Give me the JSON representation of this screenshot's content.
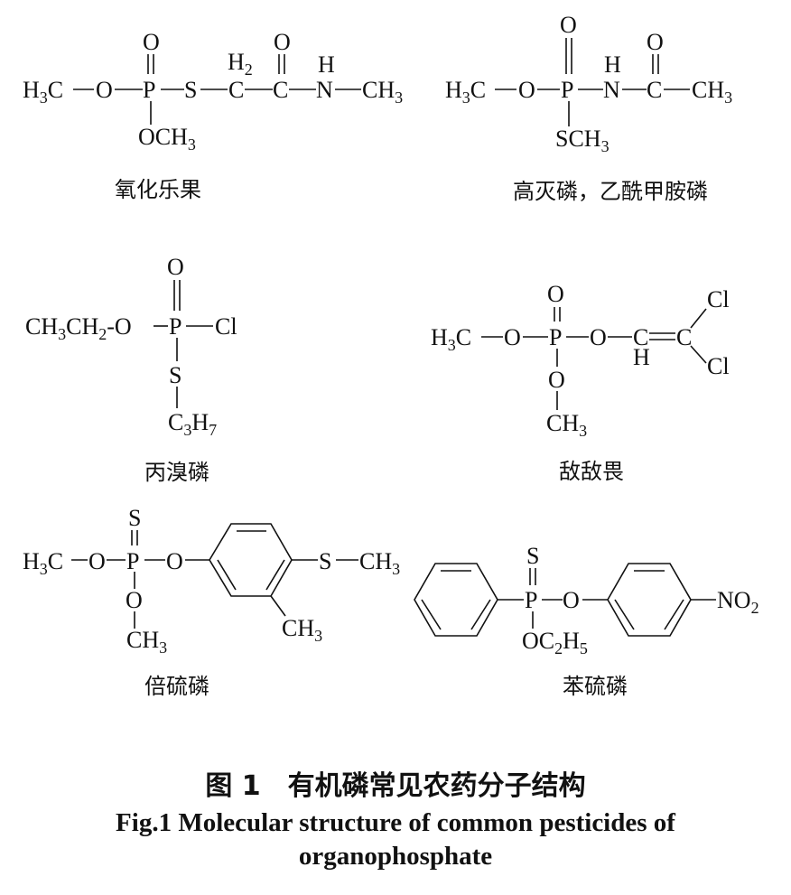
{
  "compounds": {
    "omethoate": {
      "name": "氧化乐果",
      "atoms": {
        "h3c": "H",
        "h3c_sub": "3",
        "h3c_c": "C",
        "o1": "O",
        "p": "P",
        "o_dbl": "O",
        "och3": "OCH",
        "och3_sub": "3",
        "s": "S",
        "h2": "H",
        "h2_sub": "2",
        "c1": "C",
        "c2": "C",
        "o2": "O",
        "h": "H",
        "n": "N",
        "ch3": "CH",
        "ch3_sub": "3"
      }
    },
    "acephate": {
      "name": "高灭磷，乙酰甲胺磷",
      "atoms": {
        "h3c": "H",
        "h3c_sub": "3",
        "h3c_c": "C",
        "o1": "O",
        "p": "P",
        "o_dbl": "O",
        "h": "H",
        "n": "N",
        "c": "C",
        "o2": "O",
        "ch3": "CH",
        "ch3_sub": "3",
        "sch3": "SCH",
        "sch3_sub": "3"
      }
    },
    "ethoprophos": {
      "name": "丙溴磷",
      "atoms": {
        "ch3ch2o_a": "CH",
        "ch3ch2o_a_sub": "3",
        "ch3ch2o_b": "CH",
        "ch3ch2o_b_sub": "2",
        "ch3ch2o_c": "-O",
        "p": "P",
        "o_dbl": "O",
        "cl": "Cl",
        "s": "S",
        "c3h7_a": "C",
        "c3h7_a_sub": "3",
        "c3h7_b": "H",
        "c3h7_b_sub": "7"
      }
    },
    "dichlorvos": {
      "name": "敌敌畏",
      "atoms": {
        "h3c": "H",
        "h3c_sub": "3",
        "h3c_c": "C",
        "o1": "O",
        "p": "P",
        "o_dbl": "O",
        "o2": "O",
        "c1": "C",
        "h": "H",
        "c2": "C",
        "cl1": "Cl",
        "cl2": "Cl",
        "o3": "O",
        "ch3": "CH",
        "ch3_sub": "3"
      }
    },
    "fenthion": {
      "name": "倍硫磷",
      "atoms": {
        "h3c": "H",
        "h3c_sub": "3",
        "h3c_c": "C",
        "o1": "O",
        "p": "P",
        "s_dbl": "S",
        "o2": "O",
        "o3": "O",
        "ch3_low": "CH",
        "ch3_low_sub": "3",
        "s": "S",
        "sch3": "CH",
        "sch3_sub": "3",
        "ring_ch3": "CH",
        "ring_ch3_sub": "3"
      }
    },
    "epn": {
      "name": "苯硫磷",
      "atoms": {
        "p": "P",
        "s_dbl": "S",
        "o": "O",
        "oc2h5_a": "OC",
        "oc2h5_a_sub": "2",
        "oc2h5_b": "H",
        "oc2h5_b_sub": "5",
        "no2": "NO",
        "no2_sub": "2"
      }
    }
  },
  "caption": {
    "cn": "图 1　有机磷常见农药分子结构",
    "en_line1": "Fig.1 Molecular structure of common pesticides of",
    "en_line2": "organophosphate"
  }
}
